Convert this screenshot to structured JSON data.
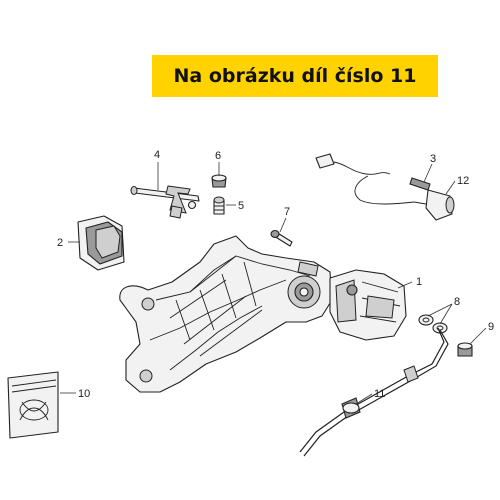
{
  "banner": {
    "text": "Na obrázku díl číslo 11"
  },
  "callouts": [
    "1",
    "2",
    "3",
    "4",
    "5",
    "6",
    "7",
    "8",
    "9",
    "10",
    "11",
    "12"
  ],
  "colors": {
    "banner_bg": "#ffd200",
    "line": "#222222"
  }
}
